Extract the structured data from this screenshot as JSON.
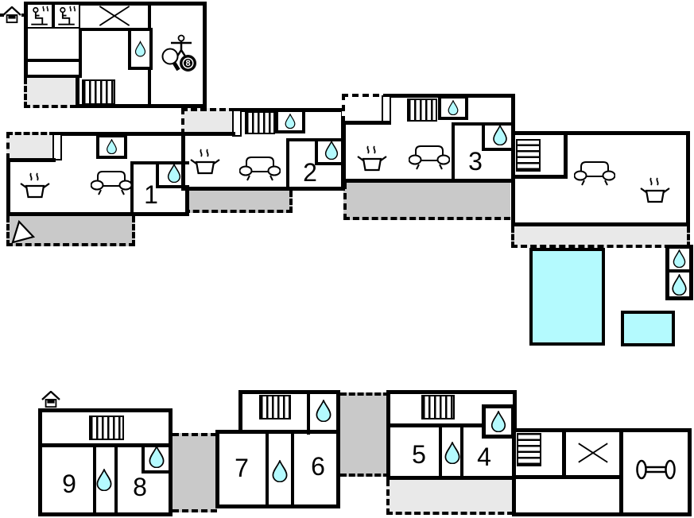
{
  "plan": {
    "title": "holiday-complex-floor-plan",
    "units": {
      "u1": "1",
      "u2": "2",
      "u3": "3",
      "u4": "4",
      "u5": "5",
      "u6": "6",
      "u7": "7",
      "u8": "8",
      "u9": "9"
    },
    "game": {
      "eight_ball": "8"
    },
    "colors": {
      "wall": "#000000",
      "water": "#b4fafe",
      "terrace-dark": "#c9c9c9",
      "terrace-light": "#e9e9e9",
      "canvas": "#ffffff"
    },
    "icons": {
      "water-drop": "bathroom / shower point",
      "stairs": "striped staircase block",
      "kitchen-pot": "cooking pot with steam (kitchen)",
      "sofa": "sofa (living area)",
      "sauna": "person in sauna with steam",
      "house-entrance": "main entrance house marker",
      "cross": "crossed-out room",
      "dumbbell": "fitness room",
      "table-tennis-paddle": "table tennis",
      "foosball-player": "table football figure",
      "eight-ball": "billiards ball",
      "direction-arrow": "terrace direction arrow",
      "swimming-pool": "large pool basin",
      "kiddie-pool": "small pool basin"
    }
  }
}
